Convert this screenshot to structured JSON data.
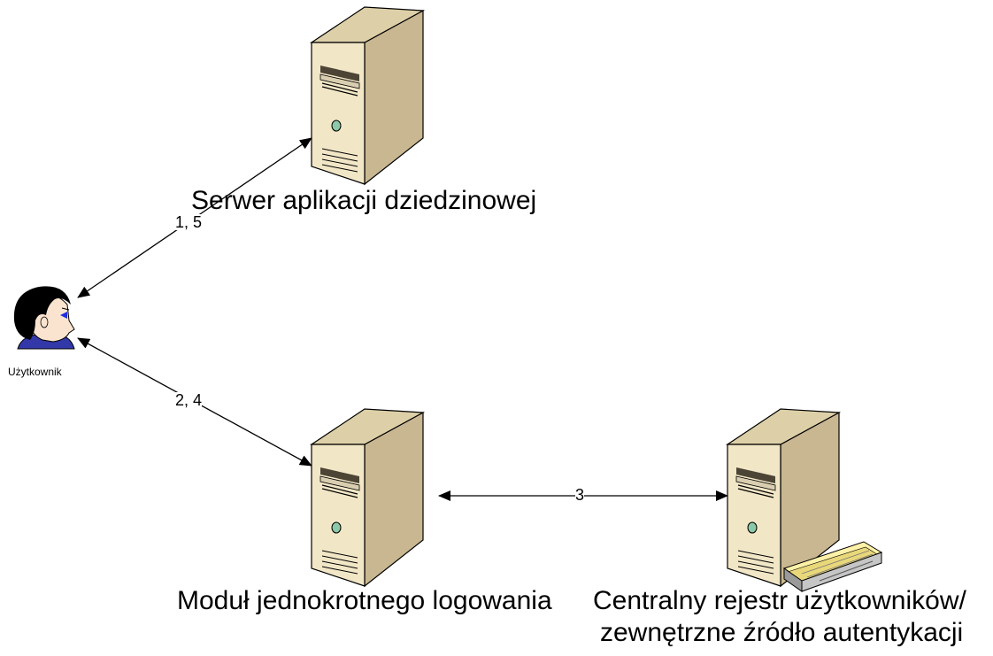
{
  "nodes": {
    "user": {
      "label": "Użytkownik",
      "icon": "user-icon"
    },
    "app_server": {
      "label": "Serwer aplikacji dziedzinowej",
      "icon": "server-icon"
    },
    "sso_module": {
      "label": "Moduł jednokrotnego logowania",
      "icon": "server-icon"
    },
    "central_registry": {
      "label_line1": "Centralny rejestr użytkowników/",
      "label_line2": "zewnętrzne źródło autentykacji",
      "icon": "directory-server-icon"
    }
  },
  "edges": {
    "user_app": "1, 5",
    "user_sso": "2, 4",
    "sso_registry": "3"
  },
  "colors": {
    "server_front": "#f1e6c6",
    "server_side": "#c9b791",
    "server_top": "#ddd0a8",
    "outline": "#000000",
    "led": "#8cc9a8",
    "hair": "#000000",
    "skin": "#fbe4cf",
    "shirt": "#3238a8",
    "directory_yellow": "#fff2a8",
    "directory_grey": "#b8b8b8"
  }
}
